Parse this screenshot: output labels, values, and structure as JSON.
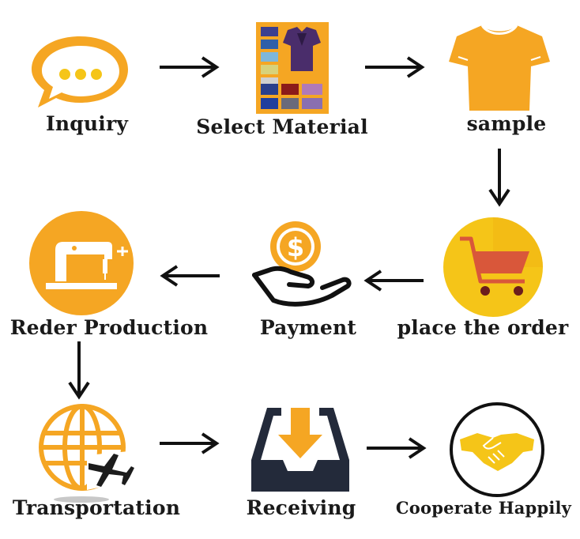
{
  "steps": [
    {
      "label": "Inquiry",
      "icon": "chat-bubble-icon"
    },
    {
      "label": "Select Material",
      "icon": "fabric-swatch-icon"
    },
    {
      "label": "sample",
      "icon": "tshirt-icon"
    },
    {
      "label": "place the order",
      "icon": "shopping-cart-icon"
    },
    {
      "label": "Payment",
      "icon": "coin-hand-icon"
    },
    {
      "label": "Reder Production",
      "icon": "sewing-machine-icon"
    },
    {
      "label": "Transportation",
      "icon": "globe-plane-icon"
    },
    {
      "label": "Receiving",
      "icon": "inbox-tray-icon"
    },
    {
      "label": "Cooperate Happily",
      "icon": "handshake-icon"
    }
  ],
  "colors": {
    "accent": "#F5A623",
    "dark": "#1c1c1c",
    "navy": "#232a3a",
    "white": "#ffffff"
  }
}
